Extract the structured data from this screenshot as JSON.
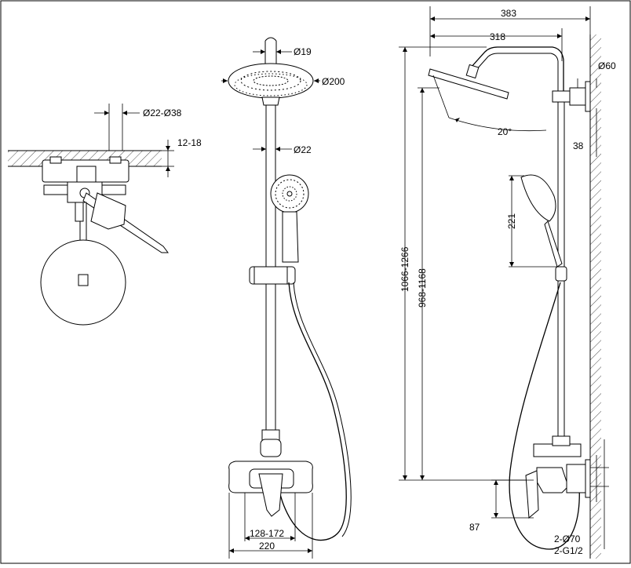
{
  "dimensions": {
    "left_pipe_range": "Ø22-Ø38",
    "left_wall_gap": "12-18",
    "head_pipe": "Ø19",
    "head_diameter": "Ø200",
    "riser_diameter": "Ø22",
    "center_distance": "128-172",
    "mixer_width": "220",
    "total_depth": "383",
    "arm_length": "318",
    "flange_diameter": "Ø60",
    "tilt_angle": "20°",
    "wall_offset": "38",
    "handshower_length": "221",
    "height_range_outer": "1066-1266",
    "height_range_inner": "968-1168",
    "bottom_offset": "87",
    "flange_count": "2-Ø70",
    "connection_thread": "2-G1/2"
  }
}
